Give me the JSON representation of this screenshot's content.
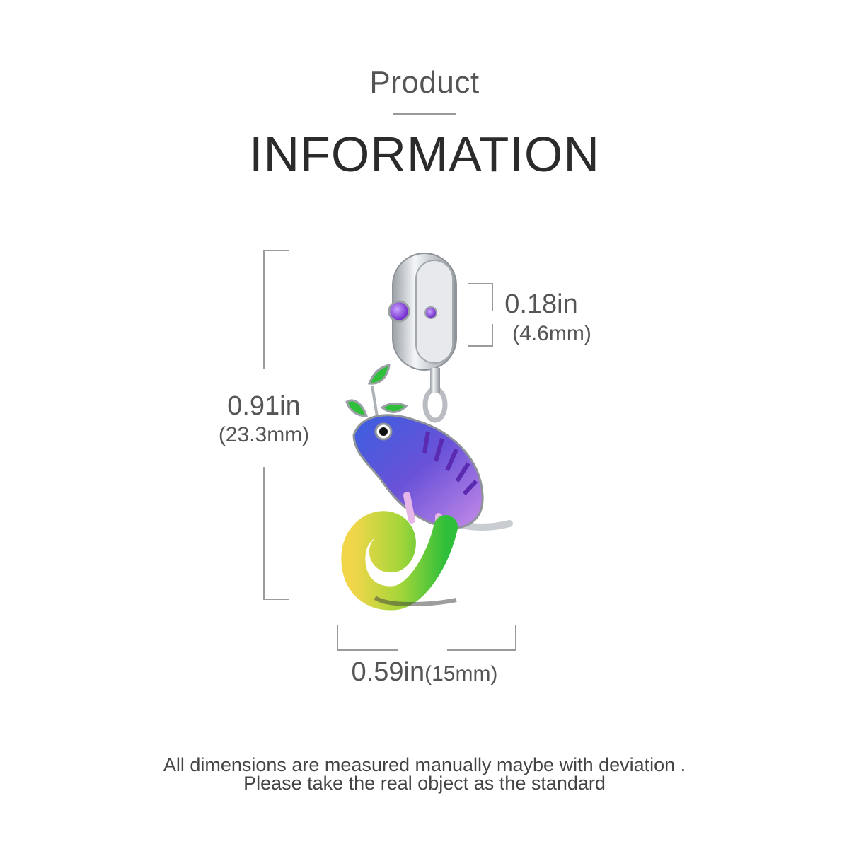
{
  "header": {
    "title_small": "Product",
    "title_big": "INFORMATION"
  },
  "dimensions": {
    "height": {
      "inches": "0.91in",
      "mm": "(23.3mm)"
    },
    "bail": {
      "inches": "0.18in",
      "mm": "(4.6mm)"
    },
    "width": {
      "inches": "0.59in",
      "mm": "(15mm)"
    }
  },
  "product": {
    "image_name": "chameleon-charm",
    "colors": {
      "silver": "#d9dcdf",
      "purple_stone": "#8a3fe0",
      "leaf_green": "#2fbf3a",
      "body_blue": "#3a5fe0",
      "body_violet": "#b77de8",
      "tail_yellow": "#f2d64a"
    }
  },
  "footer": {
    "line1": "All dimensions are measured manually maybe with deviation .",
    "line2": "Please take the real object as the standard"
  }
}
